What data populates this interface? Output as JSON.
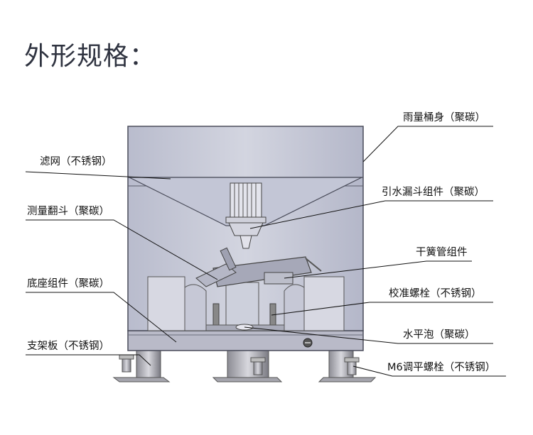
{
  "title": "外形规格：",
  "labels": {
    "rain_bucket": "雨量桶身（聚碳）",
    "filter_net": "滤网（不锈钢）",
    "funnel": "引水漏斗组件（聚碳）",
    "tipping_bucket": "测量翻斗（聚碳）",
    "reed_switch": "干簧管组件",
    "base": "底座组件（聚碳）",
    "calib_bolt": "校准螺栓（不锈钢）",
    "level_bubble": "水平泡（聚碳）",
    "bracket": "支架板（不锈钢）",
    "m6_bolt": "M6调平螺栓（不锈钢）"
  },
  "colors": {
    "title": "#2f3340",
    "body_fill": "#c8cad8",
    "body_stroke": "#4a4c5a",
    "leader": "#111111"
  }
}
